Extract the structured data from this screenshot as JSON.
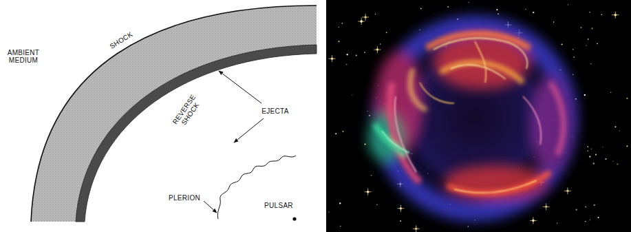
{
  "diagram": {
    "labels": [
      "AMBIENT MEDIUM",
      "SHOCK",
      "EJECTA",
      "REVERSE SHOCK",
      "PLERION",
      "PULSAR"
    ]
  }
}
